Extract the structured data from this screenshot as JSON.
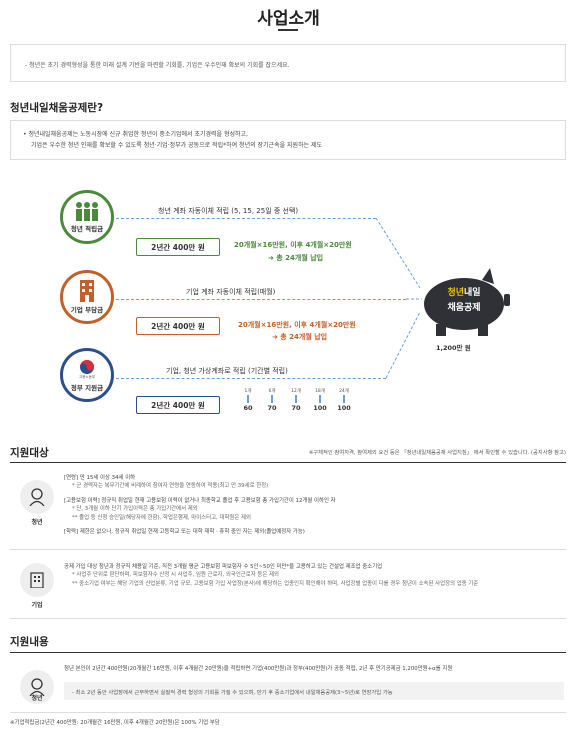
{
  "page": {
    "title": "사업소개",
    "intro": "- 청년은 초기 경력형성을 통한 미래 설계 기반을 마련할 기회를, 기업은 우수인재 확보의 기회를 잡으세요."
  },
  "overview": {
    "heading": "청년내일채움공제란?",
    "line1": "• 청년내일채움공제는 노동시장에 신규 취업한 청년이 중소기업에서 초기경력을 형성하고,",
    "line2": "기업은 우수한 청년 인재를 확보할 수 있도록 청년·기업·정부가 공동으로 적립*하여 청년의 장기근속을 지원하는 제도"
  },
  "scheme": {
    "youth": {
      "label": "청년 적립금",
      "head": "청년 계좌 자동이체 적립 (5, 15, 25일 중 선택)",
      "pill": "2년간 400만 원",
      "money1": "20개월×16만원, 이후 4개월×20만원",
      "money2": "➜ 총 24개월 납입"
    },
    "company": {
      "label": "기업 부담금",
      "head": "기업 계좌 자동이체 적립(매월)",
      "pill": "2년간 400만 원",
      "money1": "20개월×16만원, 이후 4개월×20만원",
      "money2": "➜ 총 24개월 납입"
    },
    "gov": {
      "label": "정부 지원금",
      "seal": "고용노동부",
      "head": "기업, 청년 가상계좌로 적립 (기간별 적립)",
      "pill": "2년간 400만 원",
      "months": [
        "1개",
        "6개",
        "12개",
        "18개",
        "24개"
      ],
      "amounts": [
        "60",
        "70",
        "70",
        "100",
        "100"
      ]
    },
    "pig": {
      "line1a": "청년",
      "line1b": "내일",
      "line2": "채움공제",
      "total": "1,200만 원"
    }
  },
  "target": {
    "heading": "지원대상",
    "note": "※구체적인 참여자격, 참여제외 요건 등은 「청년내일채움공제 사업지침」 에서 확인할 수 있습니다. (공지사항 참고)",
    "youth_label": "청년",
    "y1": "[연령] 만 15세 이상 34세 이하",
    "y1s": "* 군 경력자는 복무기간에 비례하여 참여자 연령을 연동하여 적용(최고 만 39세로 한정)",
    "y2": "[고용보험 이력] 정규직 취업일 현재 고용보험 이력이 없거나 최종학교 졸업 후 고용보험 총 가입기간이 12개월 이하인 자",
    "y2s1": "* 단, 3개월 이하 단기 가입이력은 총 가입기간에서 제외",
    "y2s2": "** 졸업 등 신청 승인일(해당자에 한함), 학업은행제, 마이스터고, 대학원은 제외",
    "y3": "[학력] 제한은 없으나, 정규직 취업일 현재 고등학교 또는 대학 재학 · 휴학 중인 자는 제외(졸업예정자 가능)",
    "company_label": "기업",
    "c1": "공제 가입 대상 청년과 정규직 채용일 기준, 직전 3개월 평균 고용보험 피보험자 수 5인~50인 미만*을 고용하고 있는 건설업 제조업 중소기업",
    "c1s1": "* 사업주 단위로 판단하며, 피보험자수 산정 시 사업주, 임원 근로자, 외국인근로자 등은 제외",
    "c1s2": "** 중소기업 여부는 해당 기업의 산업분류, 기업 규모, 고용보험 가입 사업장(본사)에 해당하는 업종인지 확인해야 하며, 사업장별 업종이 다를 경우 청년이 소속된 사업장의 업종 기준"
  },
  "support": {
    "heading": "지원내용",
    "youth_label": "청년",
    "s1": "청년 본인이 2년간 400만원(20개월간 16만원, 이후 4개월간 20만원)을 적립하면 기업(400만원)과 정부(400만원)가 공동 적립, 2년 후 만기공제금 1,200만원+α를 지원",
    "s2": "- 최소 2년 동안 사업장에서 근무하면서 실질적 경력 형성의 기회를 가질 수 있으며, 만기 후 중소기업에서 내일채움공제(3~5년)로 연장가입 가능"
  },
  "footnote": "※기업적립금(2년간 400만원: 20개월간 16만원, 이후 4개월간 20만원)은 100% 기업 부담",
  "colors": {
    "youth": "#4a8a3a",
    "company": "#c2602a",
    "gov": "#2b4e8f",
    "youth_money": "#4a8a3a",
    "company_money": "#c2602a",
    "pig_text_accent": "#f2c200"
  }
}
